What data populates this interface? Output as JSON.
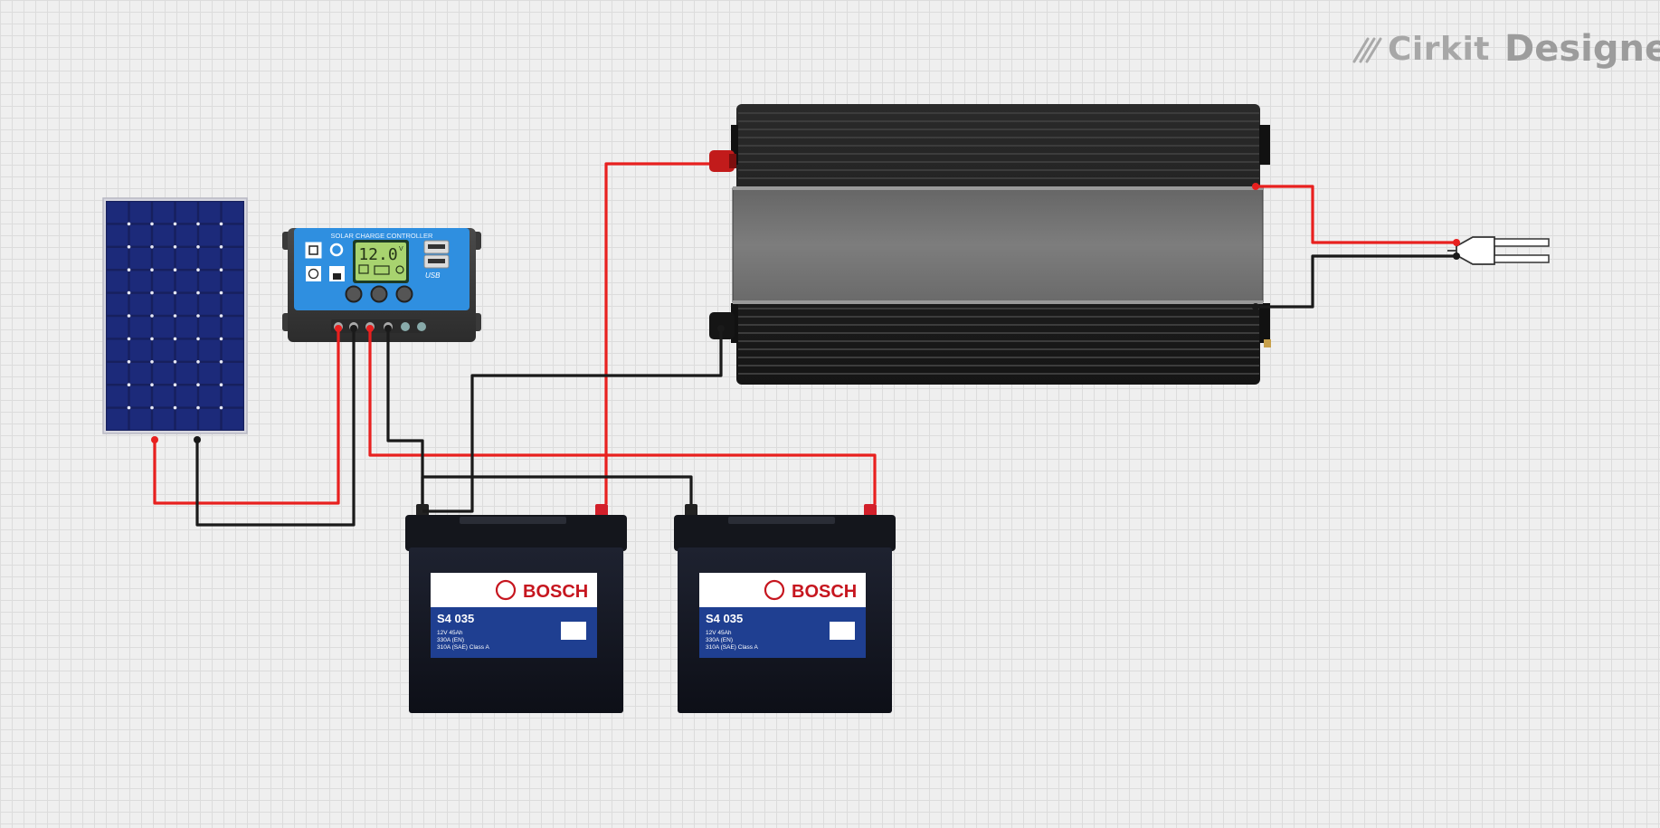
{
  "brand": {
    "name_part1": "Cirkit",
    "name_part2": "Designer"
  },
  "charge_controller": {
    "title": "SOLAR CHARGE CONTROLLER",
    "display_value": "12.0",
    "display_unit": "V",
    "usb_label": "USB"
  },
  "batteries": [
    {
      "brand": "BOSCH",
      "model": "S4 035",
      "spec1": "12V  45Ah",
      "spec2": "330A (EN)",
      "spec3": "310A (SAE)  Class A"
    },
    {
      "brand": "BOSCH",
      "model": "S4 035",
      "spec1": "12V  45Ah",
      "spec2": "330A (EN)",
      "spec3": "310A (SAE)  Class A"
    }
  ],
  "wire_colors": {
    "positive": "#e8201f",
    "negative": "#1a1a1a"
  }
}
